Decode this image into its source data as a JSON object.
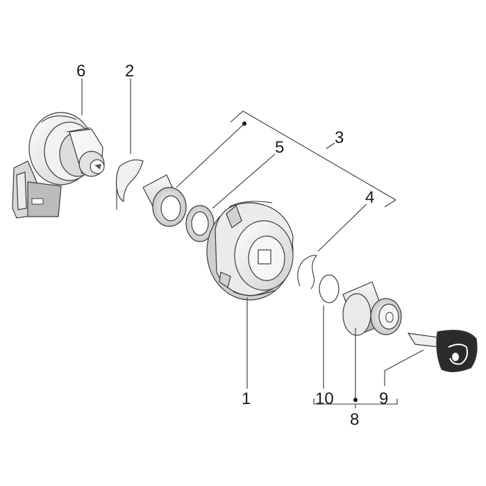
{
  "callouts": [
    {
      "id": "1",
      "text": "1"
    },
    {
      "id": "2",
      "text": "2"
    },
    {
      "id": "3",
      "text": "3"
    },
    {
      "id": "4",
      "text": "4"
    },
    {
      "id": "5",
      "text": "5"
    },
    {
      "id": "6",
      "text": "6"
    },
    {
      "id": "8",
      "text": "8"
    },
    {
      "id": "9",
      "text": "9"
    },
    {
      "id": "10",
      "text": "10"
    }
  ],
  "colors": {
    "line": "#333333",
    "part_light": "#f4f4f4",
    "part_mid": "#d9d9d9",
    "part_dark": "#9a9a9a",
    "key_head": "#2b2b2b"
  }
}
